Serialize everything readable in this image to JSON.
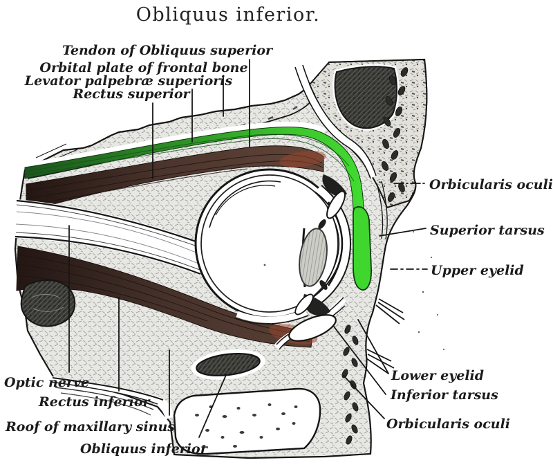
{
  "title": "Obliquus inferior.",
  "labels": {
    "tendon_obliquus_superior": "Tendon of Obliquus superior",
    "orbital_plate_frontal_bone": "Orbital plate of frontal bone",
    "levator_palpebrae_superioris": "Levator palpebræ superioris",
    "rectus_superior": "Rectus superior",
    "orbicularis_oculi_upper": "Orbicularis oculi",
    "superior_tarsus": "Superior tarsus",
    "upper_eyelid": "Upper eyelid",
    "lower_eyelid": "Lower eyelid",
    "inferior_tarsus": "Inferior tarsus",
    "orbicularis_oculi_lower": "Orbicularis oculi",
    "optic_nerve": "Optic nerve",
    "rectus_inferior": "Rectus inferior",
    "roof_maxillary_sinus": "Roof of maxillary sinus",
    "obliquus_inferior": "Obliquus inferior"
  },
  "colors": {
    "highlight_green_bright": "#3fd62e",
    "highlight_green_dark": "#1d5a1e",
    "muscle_brown": "#46322b",
    "muscle_red_tint": "#9c462c",
    "ink": "#161616",
    "paper": "#ffffff"
  }
}
